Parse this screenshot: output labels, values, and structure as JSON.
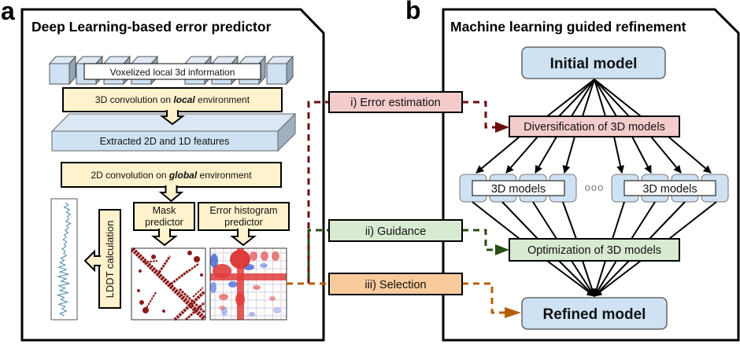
{
  "panel_a": {
    "label": "a",
    "title": "Deep Learning-based error predictor",
    "voxel_label": "Voxelized local 3d information",
    "conv3d": {
      "prefix": "3D convolution on ",
      "emphasis": "local",
      "suffix": " environment"
    },
    "features_label": "Extracted 2D and 1D features",
    "conv2d": {
      "prefix": "2D convolution on ",
      "emphasis": "global",
      "suffix": " environment"
    },
    "mask_predictor": [
      "Mask",
      "predictor"
    ],
    "error_histogram_predictor": [
      "Error histogram",
      "predictor"
    ],
    "lddt_label": "LDDT calculation",
    "lddt_trace": [
      0.55,
      0.7,
      0.5,
      0.75,
      0.6,
      0.8,
      0.65,
      0.72,
      0.58,
      0.8,
      0.62,
      0.7,
      0.55,
      0.68,
      0.5,
      0.6,
      0.45,
      0.62,
      0.5,
      0.58,
      0.4,
      0.55,
      0.48,
      0.6,
      0.35,
      0.5,
      0.3,
      0.55,
      0.25,
      0.6,
      0.3,
      0.7,
      0.2,
      0.6,
      0.35,
      0.75,
      0.25,
      0.55,
      0.3,
      0.7,
      0.2,
      0.5,
      0.35,
      0.65,
      0.25,
      0.55,
      0.4,
      0.6,
      0.3,
      0.5
    ]
  },
  "connectors": {
    "error_estimation": "i) Error estimation",
    "guidance": "ii) Guidance",
    "selection": "iii) Selection"
  },
  "panel_b": {
    "label": "b",
    "title": "Machine learning guided refinement",
    "initial_model": "Initial model",
    "diversification": "Diversification of 3D models",
    "models_left": "3D models",
    "ellipsis": "ooo",
    "models_right": "3D models",
    "optimization": "Optimization of 3D models",
    "refined_model": "Refined model"
  },
  "colors": {
    "error_estimation_flow": "#6d0e0e",
    "guidance_flow": "#274e13",
    "selection_flow": "#b45f06",
    "yellow_box": "#fff2cc",
    "blue_box": "#cfe2f3",
    "pink_box": "#f4cccc",
    "green_box": "#d9ead3",
    "orange_box": "#f9cb9c",
    "mask_map": "#8b1a1a"
  }
}
